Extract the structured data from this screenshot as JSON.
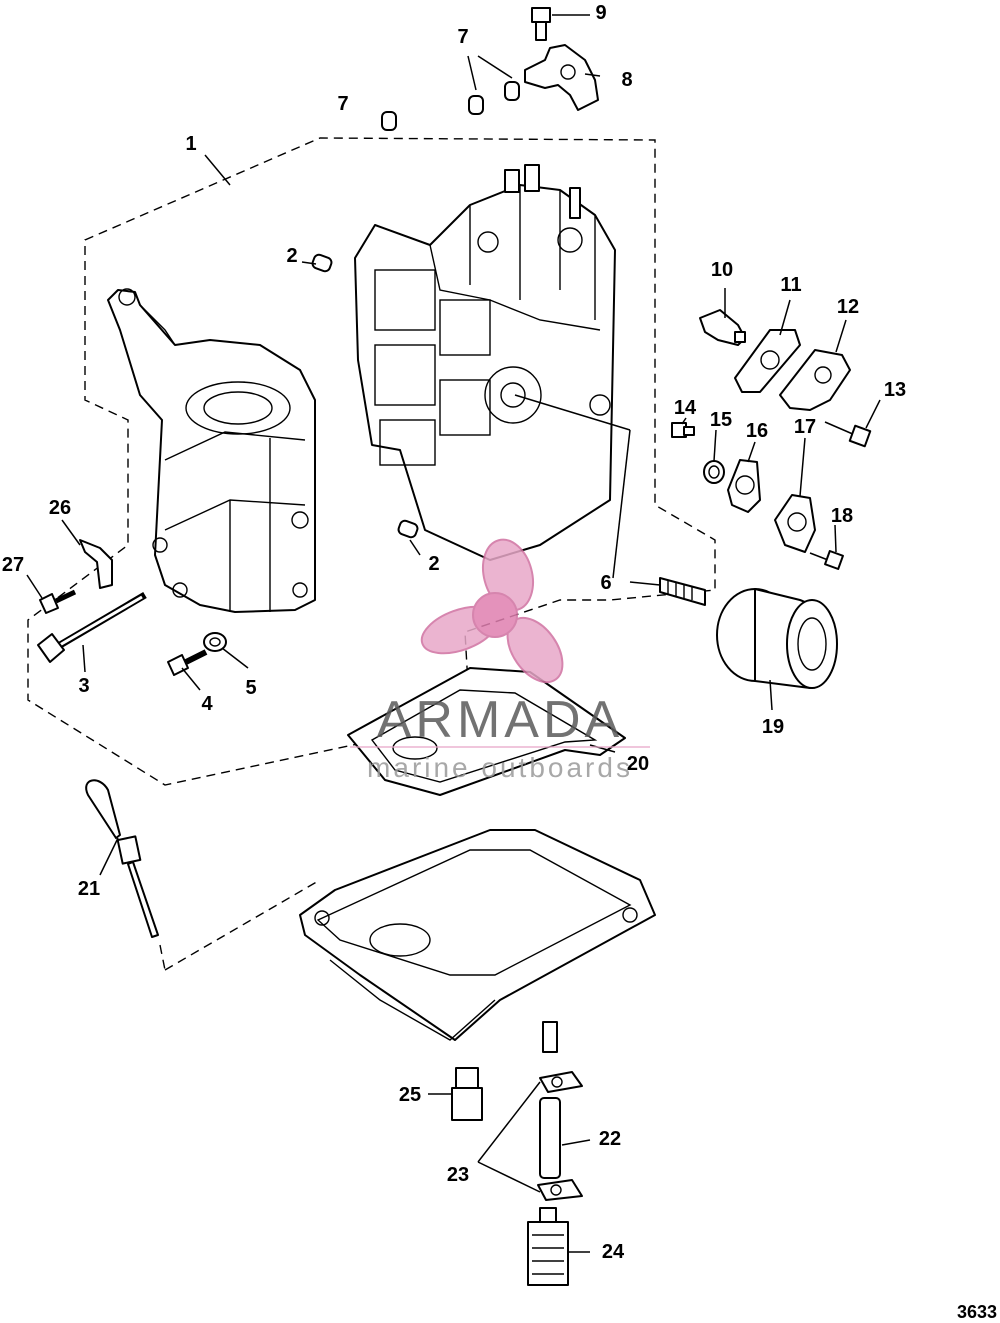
{
  "figure_number": "3633",
  "callouts": [
    "1",
    "2",
    "2",
    "3",
    "4",
    "5",
    "6",
    "7",
    "7",
    "8",
    "9",
    "10",
    "11",
    "12",
    "13",
    "14",
    "15",
    "16",
    "17",
    "18",
    "19",
    "20",
    "21",
    "22",
    "23",
    "24",
    "25",
    "26",
    "27"
  ],
  "watermark": {
    "brand": "ARMADA",
    "tagline": "marine outboards",
    "propeller_color": "#e8a8c8",
    "line_color": "#d070a0"
  }
}
